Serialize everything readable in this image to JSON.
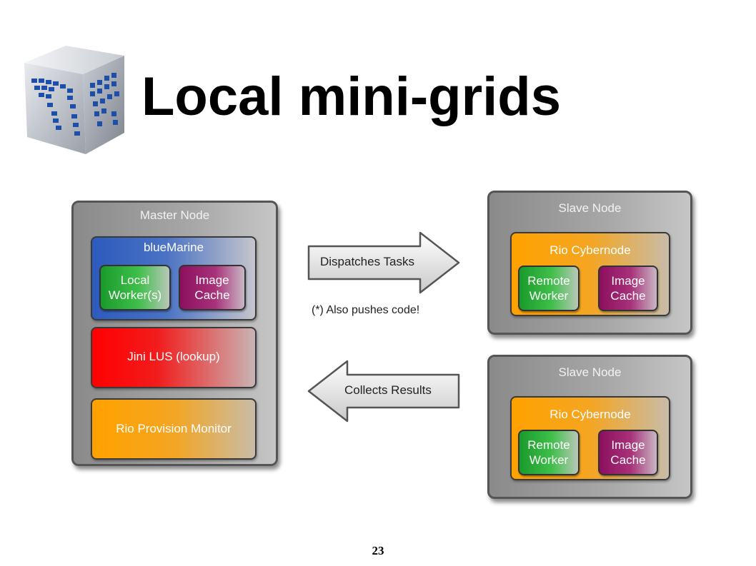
{
  "slide": {
    "title": "Local mini-grids",
    "page_number": "23"
  },
  "diagram": {
    "master": {
      "label": "Master Node",
      "bluemarine": {
        "label": "blueMarine",
        "local_worker": "Local\nWorker(s)",
        "image_cache": "Image\nCache"
      },
      "jini": "Jini LUS (lookup)",
      "rio_monitor": "Rio Provision Monitor"
    },
    "slaves": [
      {
        "label": "Slave Node",
        "cybernode": "Rio Cybernode",
        "remote_worker": "Remote\nWorker",
        "image_cache": "Image\nCache"
      },
      {
        "label": "Slave Node",
        "cybernode": "Rio Cybernode",
        "remote_worker": "Remote\nWorker",
        "image_cache": "Image\nCache"
      }
    ],
    "arrows": {
      "dispatch": "Dispatches Tasks",
      "dispatch_note": "(*) Also pushes code!",
      "collect": "Collects Results"
    }
  },
  "colors": {
    "bluemarine": "#2d5bbd",
    "worker_green": "#1a9a2a",
    "cache_purple": "#8c0f5e",
    "jini_red": "#ff0000",
    "rio_orange": "#ffa200",
    "node_gray": "#8a8a8a"
  },
  "icons": {
    "logo": "world-map-cube-icon"
  }
}
